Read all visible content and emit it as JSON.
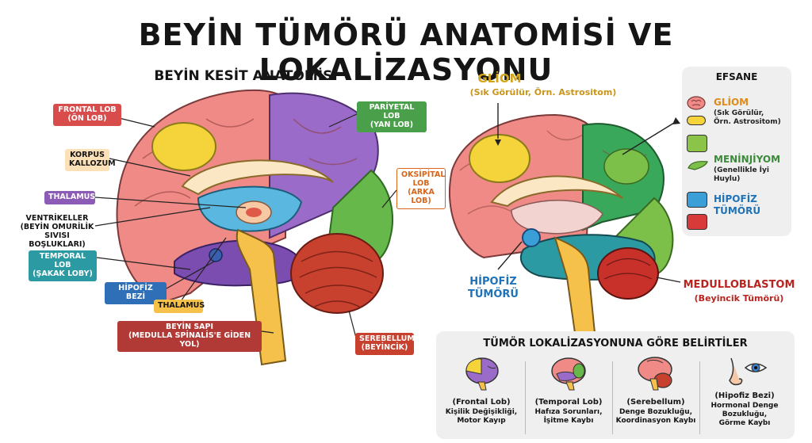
{
  "title": "BEYİN TÜMÖRÜ ANATOMİSİ VE LOKALİZASYONU",
  "section_left": "BEYİN KESİT ANATOMİSİ",
  "labels": {
    "frontal": [
      "FRONTAL LOB",
      "(ÖN LOB)"
    ],
    "korpus": [
      "KORPUS",
      "KALLOZUM"
    ],
    "thalamus1": "THALAMUS",
    "ventrikeller": [
      "VENTRİKELLER",
      "(BEYİN OMURİLİK",
      "SIVISI BOŞLUKLARI)"
    ],
    "temporal": [
      "TEMPORAL LOB",
      "(ŞAKAK LOBY)"
    ],
    "hipofiz": "HİPOFİZ BEZİ",
    "thalamus2": "THALAMUS",
    "beyin_sapi": [
      "BEYİN SAPI",
      "(MEDULLA SPİNALİS'E GİDEN YOL)"
    ],
    "pariyetal": [
      "PARİYETAL LOB",
      "(YAN LOB)"
    ],
    "oksipital": [
      "OKSİPİTAL",
      "LOB",
      "(ARKA LOB)"
    ],
    "serebellum": [
      "SEREBELLUM",
      "(BEYİNCİK)"
    ]
  },
  "tumors": {
    "gliom_title": "GLİOM",
    "gliom_sub": "(Sık Görülür, Örn. Astrositom)",
    "hipofiz": [
      "HİPOFİZ",
      "TÜMÖRÜ"
    ],
    "medullo_title": "MEDULLOBLASTOM",
    "medullo_sub": "(Beyincik Tümörü)"
  },
  "legend": {
    "title": "EFSANE",
    "gliom": "GLİOM",
    "gliom_sub": [
      "(Sık Görülür,",
      "Örn. Astrositom)"
    ],
    "menin": "MENİNJİYOM",
    "menin_sub": [
      "(Genellikle İyi",
      "Huylu)"
    ],
    "hipofiz": [
      "HİPOFİZ",
      "TÜMÖRÜ"
    ]
  },
  "symptoms": {
    "title": "TÜMÖR LOKALİZASYONUNA GÖRE BELİRTİLER",
    "items": [
      {
        "title": "(Frontal Lob)",
        "desc": [
          "Kişilik Değişikliği,",
          "Motor Kayıp"
        ]
      },
      {
        "title": "(Temporal Lob)",
        "desc": [
          "Hafıza Sorunları,",
          "İşitme Kaybı"
        ]
      },
      {
        "title": "(Serebellum)",
        "desc": [
          "Denge Bozukluğu,",
          "Koordinasyon Kaybı"
        ]
      },
      {
        "title": "(Hipofiz Bezi)",
        "desc": [
          "Hormonal Denge",
          "Bozukluğu,",
          "Görme Kaybı"
        ]
      }
    ]
  },
  "colors": {
    "frontal": "#f08a86",
    "parietal": "#9b6bc9",
    "occipital": "#66b84a",
    "cerebellum": "#c8412f",
    "temporal": "#2c9aa3",
    "brainstem": "#f5c14a",
    "ventricle": "#5ab8e0",
    "gliom": "#f5d33a",
    "meningioma": "#7cc04a",
    "pituitary": "#3a9fd6",
    "medullo": "#d83a3a"
  }
}
